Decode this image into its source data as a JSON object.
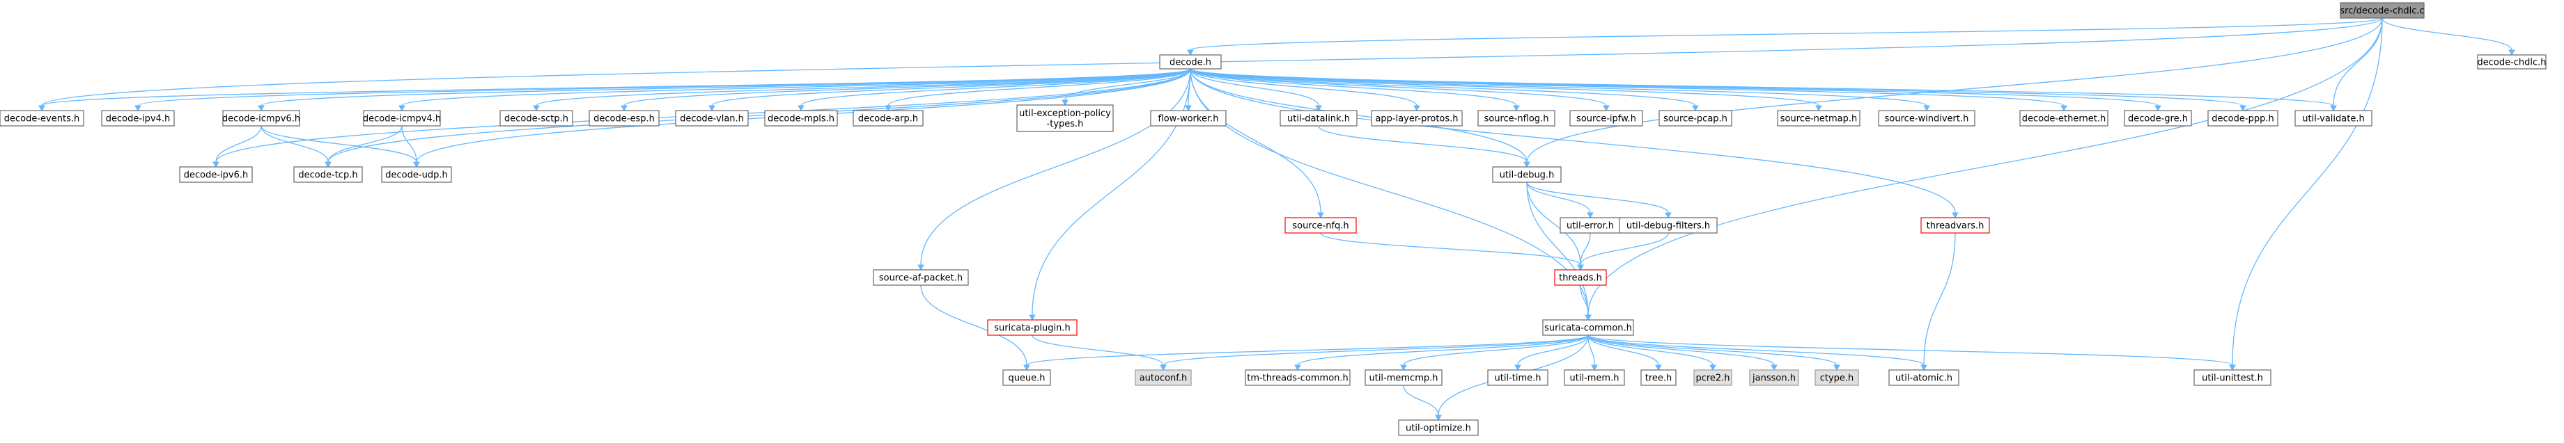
{
  "graph_title": "src/decode-chdlc.c",
  "colors": {
    "edge": "#63b8ff",
    "root_fill": "#999999",
    "root_stroke": "#666666",
    "default_fill": "#ffffff",
    "default_stroke": "#666666",
    "missing_fill": "#e0e0e0",
    "missing_stroke": "#999999",
    "truncated_stroke": "#ff0000"
  },
  "nodes": {
    "root": {
      "label": "src/decode-chdlc.c",
      "style": "root"
    },
    "decode_h": {
      "label": "decode.h",
      "style": "default"
    },
    "decode_chdlc_h": {
      "label": "decode-chdlc.h",
      "style": "default"
    },
    "decode_events_h": {
      "label": "decode-events.h",
      "style": "default"
    },
    "decode_ipv4_h": {
      "label": "decode-ipv4.h",
      "style": "default"
    },
    "decode_icmpv6_h": {
      "label": "decode-icmpv6.h",
      "style": "default"
    },
    "decode_icmpv4_h": {
      "label": "decode-icmpv4.h",
      "style": "default"
    },
    "decode_sctp_h": {
      "label": "decode-sctp.h",
      "style": "default"
    },
    "decode_esp_h": {
      "label": "decode-esp.h",
      "style": "default"
    },
    "decode_vlan_h": {
      "label": "decode-vlan.h",
      "style": "default"
    },
    "decode_mpls_h": {
      "label": "decode-mpls.h",
      "style": "default"
    },
    "decode_arp_h": {
      "label": "decode-arp.h",
      "style": "default"
    },
    "util_exception_h": {
      "label": "util-exception-policy",
      "label2": "-types.h",
      "style": "default"
    },
    "flow_worker_h": {
      "label": "flow-worker.h",
      "style": "default"
    },
    "util_datalink_h": {
      "label": "util-datalink.h",
      "style": "default"
    },
    "app_layer_protos_h": {
      "label": "app-layer-protos.h",
      "style": "default"
    },
    "source_nflog_h": {
      "label": "source-nflog.h",
      "style": "default"
    },
    "source_ipfw_h": {
      "label": "source-ipfw.h",
      "style": "default"
    },
    "source_pcap_h": {
      "label": "source-pcap.h",
      "style": "default"
    },
    "source_netmap_h": {
      "label": "source-netmap.h",
      "style": "default"
    },
    "source_windivert_h": {
      "label": "source-windivert.h",
      "style": "default"
    },
    "decode_ethernet_h": {
      "label": "decode-ethernet.h",
      "style": "default"
    },
    "decode_gre_h": {
      "label": "decode-gre.h",
      "style": "default"
    },
    "decode_ppp_h": {
      "label": "decode-ppp.h",
      "style": "default"
    },
    "util_validate_h": {
      "label": "util-validate.h",
      "style": "default"
    },
    "decode_ipv6_h": {
      "label": "decode-ipv6.h",
      "style": "default"
    },
    "decode_tcp_h": {
      "label": "decode-tcp.h",
      "style": "default"
    },
    "decode_udp_h": {
      "label": "decode-udp.h",
      "style": "default"
    },
    "util_debug_h": {
      "label": "util-debug.h",
      "style": "default"
    },
    "source_nfq_h": {
      "label": "source-nfq.h",
      "style": "truncated"
    },
    "threadvars_h": {
      "label": "threadvars.h",
      "style": "truncated"
    },
    "util_error_h": {
      "label": "util-error.h",
      "style": "default"
    },
    "util_debug_filters_h": {
      "label": "util-debug-filters.h",
      "style": "default"
    },
    "threads_h": {
      "label": "threads.h",
      "style": "truncated"
    },
    "source_af_packet_h": {
      "label": "source-af-packet.h",
      "style": "default"
    },
    "suricata_plugin_h": {
      "label": "suricata-plugin.h",
      "style": "truncated"
    },
    "suricata_common_h": {
      "label": "suricata-common.h",
      "style": "default"
    },
    "queue_h": {
      "label": "queue.h",
      "style": "default"
    },
    "autoconf_h": {
      "label": "autoconf.h",
      "style": "missing"
    },
    "tm_threads_common_h": {
      "label": "tm-threads-common.h",
      "style": "default"
    },
    "util_memcmp_h": {
      "label": "util-memcmp.h",
      "style": "default"
    },
    "util_time_h": {
      "label": "util-time.h",
      "style": "default"
    },
    "util_mem_h": {
      "label": "util-mem.h",
      "style": "default"
    },
    "tree_h": {
      "label": "tree.h",
      "style": "default"
    },
    "pcre2_h": {
      "label": "pcre2.h",
      "style": "missing"
    },
    "jansson_h": {
      "label": "jansson.h",
      "style": "missing"
    },
    "ctype_h": {
      "label": "ctype.h",
      "style": "missing"
    },
    "util_atomic_h": {
      "label": "util-atomic.h",
      "style": "default"
    },
    "util_unittest_h": {
      "label": "util-unittest.h",
      "style": "default"
    },
    "util_optimize_h": {
      "label": "util-optimize.h",
      "style": "default"
    }
  },
  "edges": [
    [
      "root",
      "decode_h"
    ],
    [
      "root",
      "decode_chdlc_h"
    ],
    [
      "root",
      "decode_events_h"
    ],
    [
      "root",
      "util_validate_h"
    ],
    [
      "root",
      "util_debug_h"
    ],
    [
      "root",
      "suricata_common_h"
    ],
    [
      "root",
      "util_unittest_h"
    ],
    [
      "decode_h",
      "decode_events_h"
    ],
    [
      "decode_h",
      "decode_ipv4_h"
    ],
    [
      "decode_h",
      "decode_icmpv6_h"
    ],
    [
      "decode_h",
      "decode_icmpv4_h"
    ],
    [
      "decode_h",
      "decode_sctp_h"
    ],
    [
      "decode_h",
      "decode_esp_h"
    ],
    [
      "decode_h",
      "decode_vlan_h"
    ],
    [
      "decode_h",
      "decode_mpls_h"
    ],
    [
      "decode_h",
      "decode_arp_h"
    ],
    [
      "decode_h",
      "util_exception_h"
    ],
    [
      "decode_h",
      "flow_worker_h"
    ],
    [
      "decode_h",
      "util_datalink_h"
    ],
    [
      "decode_h",
      "app_layer_protos_h"
    ],
    [
      "decode_h",
      "source_nflog_h"
    ],
    [
      "decode_h",
      "source_ipfw_h"
    ],
    [
      "decode_h",
      "source_pcap_h"
    ],
    [
      "decode_h",
      "source_netmap_h"
    ],
    [
      "decode_h",
      "source_windivert_h"
    ],
    [
      "decode_h",
      "decode_ethernet_h"
    ],
    [
      "decode_h",
      "decode_gre_h"
    ],
    [
      "decode_h",
      "decode_ppp_h"
    ],
    [
      "decode_h",
      "util_validate_h"
    ],
    [
      "decode_h",
      "decode_ipv6_h"
    ],
    [
      "decode_h",
      "decode_tcp_h"
    ],
    [
      "decode_h",
      "decode_udp_h"
    ],
    [
      "decode_h",
      "util_debug_h"
    ],
    [
      "decode_h",
      "source_nfq_h"
    ],
    [
      "decode_h",
      "threadvars_h"
    ],
    [
      "decode_h",
      "source_af_packet_h"
    ],
    [
      "decode_h",
      "suricata_plugin_h"
    ],
    [
      "decode_h",
      "suricata_common_h"
    ],
    [
      "decode_icmpv6_h",
      "decode_ipv6_h"
    ],
    [
      "decode_icmpv6_h",
      "decode_tcp_h"
    ],
    [
      "decode_icmpv6_h",
      "decode_udp_h"
    ],
    [
      "decode_icmpv4_h",
      "decode_tcp_h"
    ],
    [
      "decode_icmpv4_h",
      "decode_udp_h"
    ],
    [
      "util_datalink_h",
      "util_debug_h"
    ],
    [
      "util_debug_h",
      "util_error_h"
    ],
    [
      "util_debug_h",
      "util_debug_filters_h"
    ],
    [
      "util_debug_h",
      "threads_h"
    ],
    [
      "util_debug_h",
      "suricata_common_h"
    ],
    [
      "util_error_h",
      "threads_h"
    ],
    [
      "util_debug_filters_h",
      "threads_h"
    ],
    [
      "source_nfq_h",
      "threads_h"
    ],
    [
      "threads_h",
      "suricata_common_h"
    ],
    [
      "threadvars_h",
      "util_atomic_h"
    ],
    [
      "source_af_packet_h",
      "queue_h"
    ],
    [
      "suricata_plugin_h",
      "autoconf_h"
    ],
    [
      "suricata_common_h",
      "queue_h"
    ],
    [
      "suricata_common_h",
      "autoconf_h"
    ],
    [
      "suricata_common_h",
      "tm_threads_common_h"
    ],
    [
      "suricata_common_h",
      "util_memcmp_h"
    ],
    [
      "suricata_common_h",
      "util_time_h"
    ],
    [
      "suricata_common_h",
      "util_mem_h"
    ],
    [
      "suricata_common_h",
      "tree_h"
    ],
    [
      "suricata_common_h",
      "pcre2_h"
    ],
    [
      "suricata_common_h",
      "jansson_h"
    ],
    [
      "suricata_common_h",
      "ctype_h"
    ],
    [
      "suricata_common_h",
      "util_atomic_h"
    ],
    [
      "suricata_common_h",
      "util_unittest_h"
    ],
    [
      "suricata_common_h",
      "util_optimize_h"
    ],
    [
      "util_memcmp_h",
      "util_optimize_h"
    ]
  ]
}
